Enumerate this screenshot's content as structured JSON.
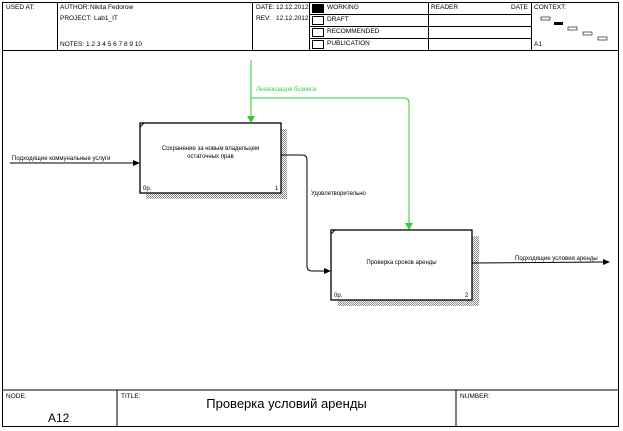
{
  "header": {
    "used_at_label": "USED AT:",
    "author_label": "AUTHOR:",
    "author": "Nikita Fedorow",
    "project_label": "PROJECT:",
    "project": "Lab1_IT",
    "notes_label": "NOTES:",
    "notes": "1  2  3  4  5  6  7  8  9  10",
    "date_label": "DATE:",
    "date": "12.12.2012",
    "rev_label": "REV:",
    "rev": "12.12.2012",
    "status": [
      "WORKING",
      "DRAFT",
      "RECOMMENDED",
      "PUBLICATION"
    ],
    "reader_label": "READER",
    "reader_date_label": "DATE",
    "context_label": "CONTEXT:",
    "context_node": "A1"
  },
  "diagram": {
    "boxes": [
      {
        "id": "box1",
        "label_line1": "Сохранение за новым владельцем",
        "label_line2": "остаточных прав",
        "cost": "0р.",
        "number": "1"
      },
      {
        "id": "box2",
        "label_line1": "Проверка сроков аренды",
        "label_line2": "",
        "cost": "0р.",
        "number": "2"
      }
    ],
    "arrows": {
      "input": "Подходящие коммунальные услуги",
      "control": "Легализация бизнеса",
      "between": "Удовлетворительно",
      "output": "Подходящие условия аренды"
    },
    "colors": {
      "control": "#33cc33",
      "line": "#000000",
      "shadow": "#9a9a9a"
    }
  },
  "footer": {
    "node_label": "NODE:",
    "node": "A12",
    "title_label": "TITLE:",
    "title": "Проверка условий аренды",
    "number_label": "NUMBER:"
  }
}
